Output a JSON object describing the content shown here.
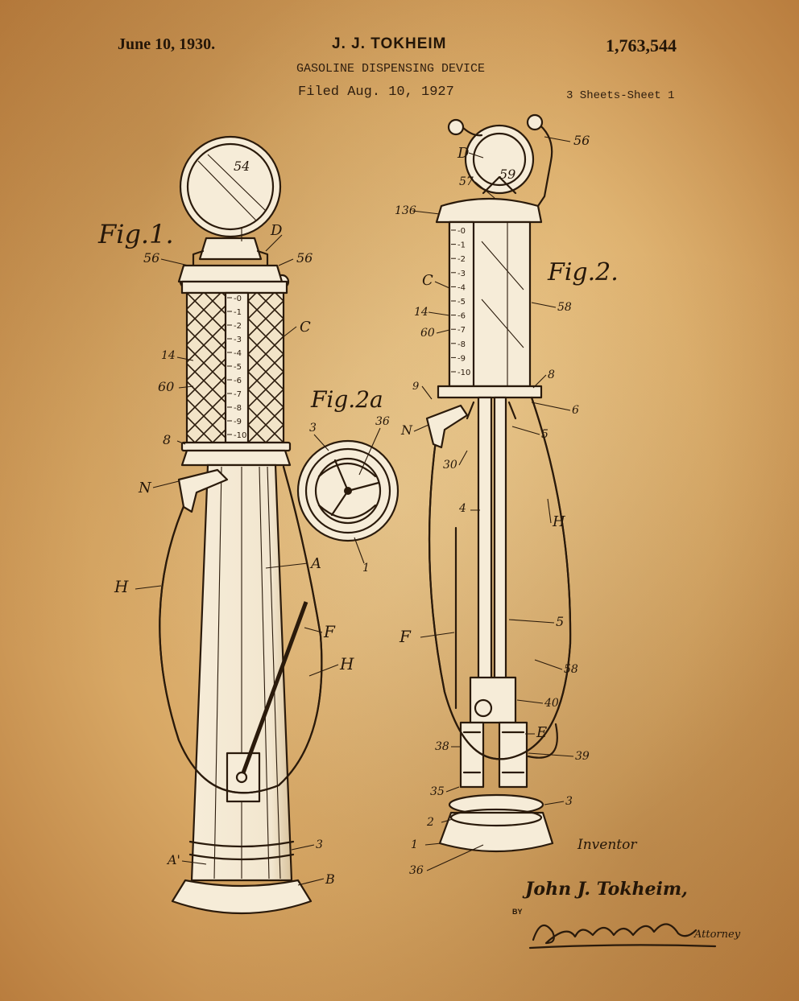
{
  "header": {
    "date": "June 10, 1930.",
    "inventor_caps": "J. J. TOKHEIM",
    "patent_number": "1,763,544",
    "title": "GASOLINE DISPENSING DEVICE",
    "filed": "Filed Aug. 10, 1927",
    "sheets": "3 Sheets-Sheet 1"
  },
  "figures": {
    "fig1": "Fig.1.",
    "fig2": "Fig.2.",
    "fig2a": "Fig.2a"
  },
  "fig1_labels": {
    "l54": "54",
    "lD": "D",
    "l56a": "56",
    "l56b": "56",
    "lC": "C",
    "l14": "14",
    "l60": "60",
    "l8": "8",
    "lN": "N",
    "lH1": "H",
    "lA": "A",
    "lF": "F",
    "lH2": "H",
    "l3": "3",
    "lA1": "A'",
    "lB": "B"
  },
  "fig1_scale": [
    "0",
    "1",
    "2",
    "3",
    "4",
    "5",
    "6",
    "7",
    "8",
    "9",
    "10"
  ],
  "fig2a_labels": {
    "l3": "3",
    "l36": "36",
    "l1": "1"
  },
  "fig2_labels": {
    "lD": "D",
    "l56": "56",
    "l57": "57",
    "l59": "59",
    "l136": "136",
    "lC": "C",
    "l14": "14",
    "l60": "60",
    "l58a": "58",
    "l9": "9",
    "l8": "8",
    "l6": "6",
    "lN": "N",
    "l5a": "5",
    "l30": "30",
    "l4": "4",
    "lH": "H",
    "lF": "F",
    "l5b": "5",
    "l58b": "58",
    "l40": "40",
    "lE": "E",
    "l38": "38",
    "l39": "39",
    "l35": "35",
    "l3": "3",
    "l2": "2",
    "l1": "1",
    "l36": "36"
  },
  "fig2_scale": [
    "0",
    "1",
    "2",
    "3",
    "4",
    "5",
    "6",
    "7",
    "8",
    "9",
    "10"
  ],
  "signature": {
    "inventor_label": "Inventor",
    "inventor_name": "John J. Tokheim,",
    "by": "BY",
    "attorney": "Attorney"
  }
}
